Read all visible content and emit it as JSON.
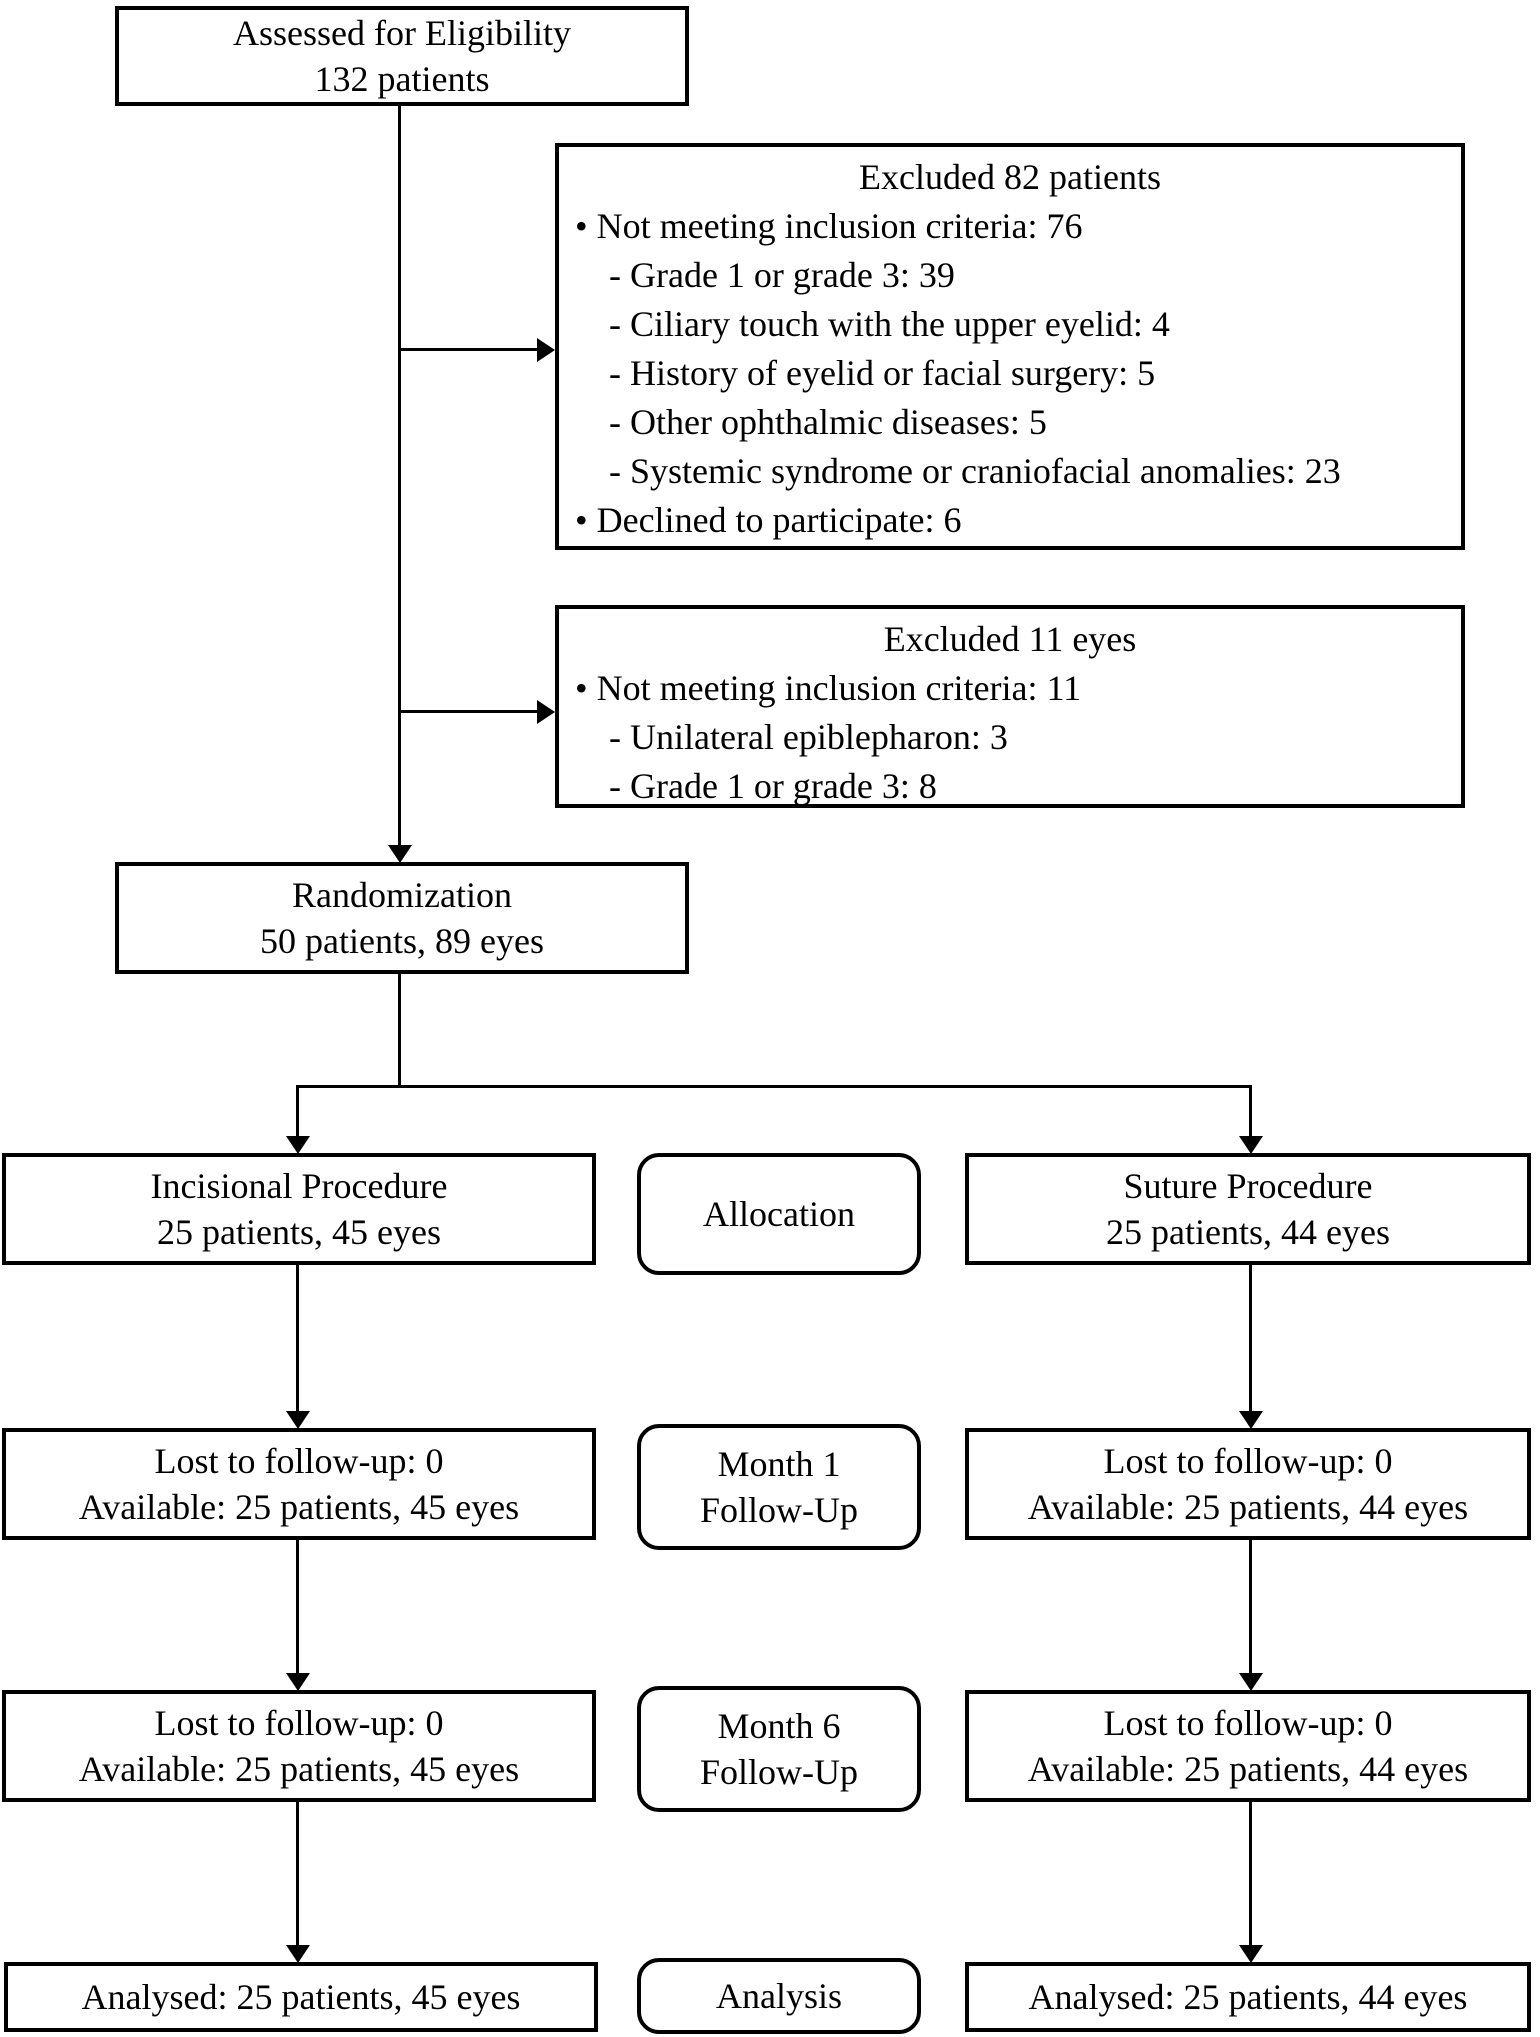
{
  "colors": {
    "line": "#000000",
    "background": "#ffffff",
    "text": "#000000"
  },
  "diagram": {
    "assessed": {
      "line1": "Assessed for Eligibility",
      "line2": "132 patients"
    },
    "excluded82": {
      "title": "Excluded 82 patients",
      "items": [
        "• Not meeting inclusion criteria: 76",
        "- Grade 1 or grade 3: 39",
        "- Ciliary touch with the upper eyelid: 4",
        "- History of eyelid or facial surgery: 5",
        "- Other ophthalmic diseases: 5",
        "- Systemic syndrome or craniofacial anomalies: 23",
        "• Declined to participate: 6"
      ]
    },
    "excluded11": {
      "title": "Excluded 11 eyes",
      "items": [
        "• Not meeting inclusion criteria: 11",
        "- Unilateral epiblepharon: 3",
        "- Grade 1 or grade 3: 8"
      ]
    },
    "randomization": {
      "line1": "Randomization",
      "line2": "50 patients, 89 eyes"
    },
    "allocation": {
      "stage_label": "Allocation",
      "left": {
        "line1": "Incisional Procedure",
        "line2": "25 patients, 45 eyes"
      },
      "right": {
        "line1": "Suture Procedure",
        "line2": "25 patients, 44 eyes"
      }
    },
    "month1": {
      "stage_label_line1": "Month 1",
      "stage_label_line2": "Follow-Up",
      "left": {
        "line1": "Lost to follow-up: 0",
        "line2": "Available: 25 patients, 45 eyes"
      },
      "right": {
        "line1": "Lost to follow-up: 0",
        "line2": "Available: 25 patients, 44 eyes"
      }
    },
    "month6": {
      "stage_label_line1": "Month 6",
      "stage_label_line2": "Follow-Up",
      "left": {
        "line1": "Lost to follow-up: 0",
        "line2": "Available: 25 patients, 45 eyes"
      },
      "right": {
        "line1": "Lost to follow-up: 0",
        "line2": "Available: 25 patients, 44 eyes"
      }
    },
    "analysis": {
      "stage_label": "Analysis",
      "left": "Analysed: 25 patients, 45 eyes",
      "right": "Analysed: 25 patients, 44 eyes"
    }
  }
}
